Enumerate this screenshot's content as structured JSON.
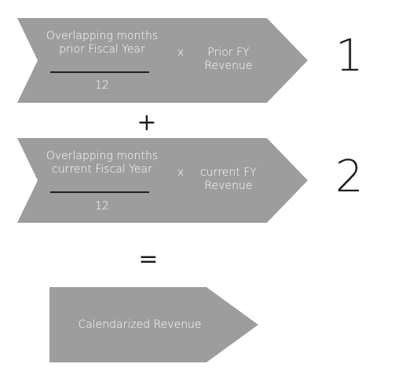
{
  "colors": {
    "shape_fill": "#9d9d9d",
    "text_on_shape": "#ffffff",
    "dark": "#1e1e1e"
  },
  "rows": [
    {
      "numerator": "Overlapping months\nprior Fiscal Year",
      "denominator": "12",
      "multiply": "x",
      "revenue": "Prior FY\nRevenue",
      "number": "1"
    },
    {
      "numerator": "Overlapping months\ncurrent Fiscal Year",
      "denominator": "12",
      "multiply": "x",
      "revenue": "current FY\nRevenue",
      "number": "2"
    }
  ],
  "operators": {
    "plus": "+",
    "equals": "="
  },
  "result": {
    "label": "Calendarized Revenue"
  }
}
